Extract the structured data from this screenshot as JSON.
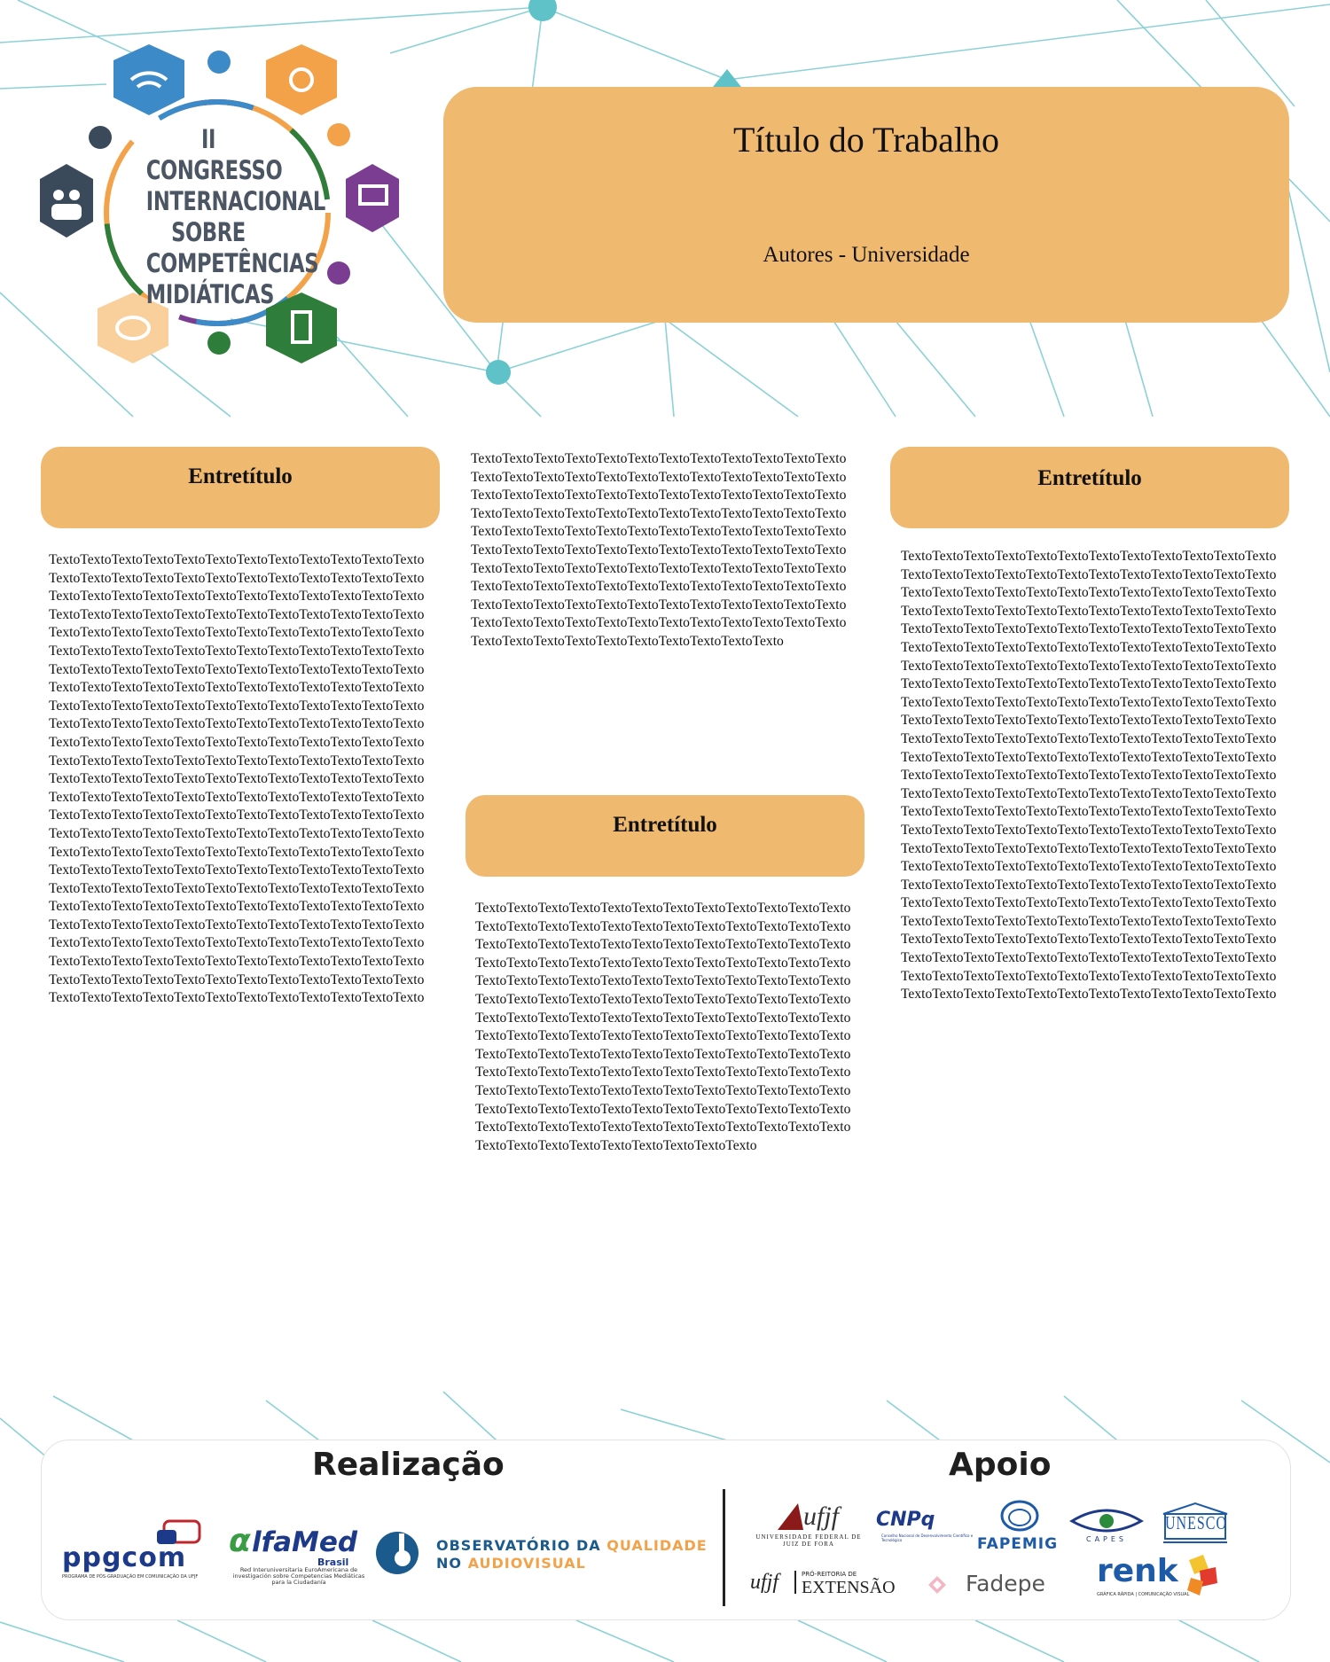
{
  "header": {
    "title": "Título do Trabalho",
    "authors": "Autores - Universidade"
  },
  "congress_logo": {
    "lines": [
      "II CONGRESSO",
      "INTERNACIONAL",
      "SOBRE",
      "COMPETÊNCIAS",
      "MIDIÁTICAS"
    ]
  },
  "sections": {
    "left_heading": "Entretítulo",
    "middle_heading": "Entretítulo",
    "right_heading": "Entretítulo",
    "placeholder_word": "Texto",
    "left_repeat": 300,
    "middle_top_repeat": 130,
    "middle_bottom_repeat": 165,
    "right_repeat": 300
  },
  "footer": {
    "realizacao_label": "Realização",
    "apoio_label": "Apoio",
    "ppgcom": "ppgcom",
    "ppgcom_caption": "PROGRAMA DE PÓS-GRADUAÇÃO EM COMUNICAÇÃO DA UFJF",
    "alfamed": "lfaMed",
    "alfamed_country": "Brasil",
    "alfamed_caption": "Red Interuniversitaria EuroAmericana de investigación sobre Competencias Mediáticas para la Ciudadanía",
    "observatorio_line1": "OBSERVATÓRIO DA",
    "observatorio_line1_accent": "QUALIDADE",
    "observatorio_line2": "NO",
    "observatorio_line2_accent": "AUDIOVISUAL",
    "ufjf_name": "Universidade Federal de Juiz de Fora",
    "cnpq": "CNPq",
    "cnpq_caption": "Conselho Nacional de Desenvolvimento Científico e Tecnológico",
    "fapemig": "FAPEMIG",
    "capes": "CAPES",
    "unesco": "UNESCO",
    "extensao_prefix": "ufjf",
    "extensao_small": "PRÓ-REITORIA DE",
    "extensao": "EXTENSÃO",
    "fadepe": "Fadepe",
    "renk": "renk",
    "renk_caption": "GRÁFICA RÁPIDA | COMUNICAÇÃO VISUAL"
  },
  "colors": {
    "accent": "#efb96f",
    "network": "#5fc2c8",
    "logo_blue": "#3d8ac9",
    "logo_orange": "#f4a24a",
    "logo_purple": "#7b3d91",
    "logo_green": "#2f7d3a",
    "logo_dark": "#3b4a5a"
  }
}
